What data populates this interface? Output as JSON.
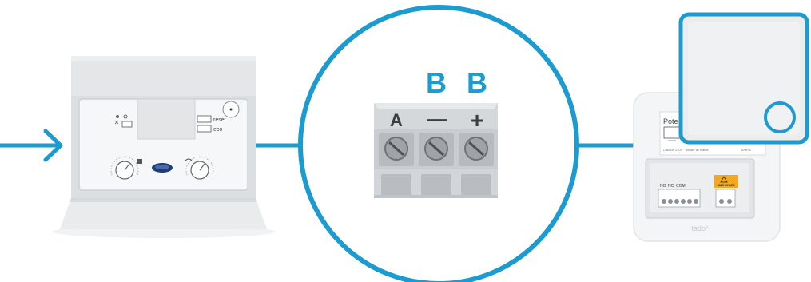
{
  "colors": {
    "accent": "#1b9bd0",
    "boiler_body": "#eceef0",
    "terminal_grey": "#c9cccf",
    "thermostat_white": "#f2f3f4"
  },
  "icons": {
    "flow_arrow": "arrow-right-icon",
    "boiler": "boiler-icon",
    "terminal_block": "terminal-block-icon",
    "thermostat": "thermostat-icon"
  },
  "boiler": {
    "reset_label": "reset",
    "eco_label": "eco"
  },
  "terminal": {
    "wire_label_1": "B",
    "wire_label_2": "B",
    "terminal_a_label": "A",
    "terminal_minus_label": "—",
    "terminal_plus_label": "+"
  },
  "thermostat": {
    "brand": "tado°",
    "backplate_title": "Pote",
    "connector_labels": [
      "NO",
      "NC",
      "COM"
    ],
    "warning_label": "MAX 30V DC",
    "caution_text": "Caution 230V · Isolate all mains",
    "ref_text": "A+b+c"
  }
}
